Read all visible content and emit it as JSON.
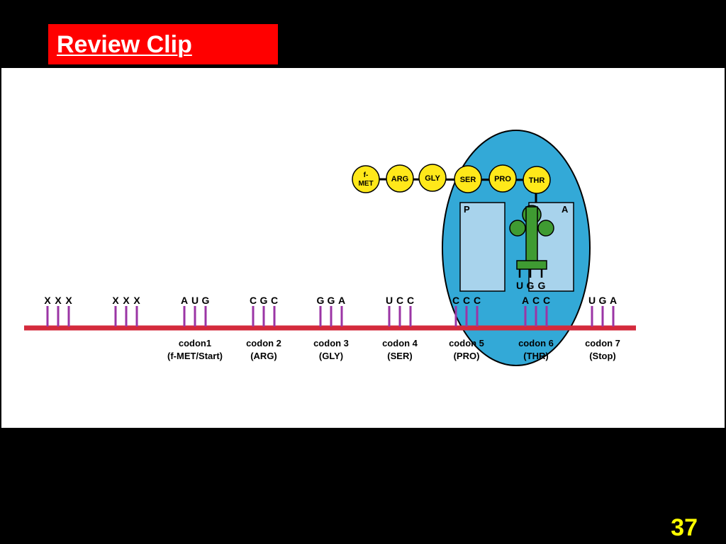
{
  "title": {
    "text": "Review Clip"
  },
  "slide_number": "37",
  "diagram": {
    "colors": {
      "ribosome": "#33a9d7",
      "site": "#a8d3ec",
      "amino_acid": "#ffe81a",
      "trna": "#3f9b32",
      "mrna": "#d42a3c",
      "nucleotide": "#9b35a5"
    },
    "ribosome_sites": {
      "p": "P",
      "a": "A"
    },
    "trna_anticodon": [
      "U",
      "G",
      "G"
    ],
    "amino_acids": [
      "f-MET",
      "ARG",
      "GLY",
      "SER",
      "PRO",
      "THR"
    ],
    "mrna_groups": [
      {
        "bases": [
          "X",
          "X",
          "X"
        ],
        "codon": "",
        "name": ""
      },
      {
        "bases": [
          "X",
          "X",
          "X"
        ],
        "codon": "",
        "name": ""
      },
      {
        "bases": [
          "A",
          "U",
          "G"
        ],
        "codon": "codon1",
        "name": "(f-MET/Start)"
      },
      {
        "bases": [
          "C",
          "G",
          "C"
        ],
        "codon": "codon 2",
        "name": "(ARG)"
      },
      {
        "bases": [
          "G",
          "G",
          "A"
        ],
        "codon": "codon 3",
        "name": "(GLY)"
      },
      {
        "bases": [
          "U",
          "C",
          "C"
        ],
        "codon": "codon 4",
        "name": "(SER)"
      },
      {
        "bases": [
          "C",
          "C",
          "C"
        ],
        "codon": "codon 5",
        "name": "(PRO)"
      },
      {
        "bases": [
          "A",
          "C",
          "C"
        ],
        "codon": "codon 6",
        "name": "(THR)"
      },
      {
        "bases": [
          "U",
          "G",
          "A"
        ],
        "codon": "codon 7",
        "name": "(Stop)"
      }
    ]
  }
}
